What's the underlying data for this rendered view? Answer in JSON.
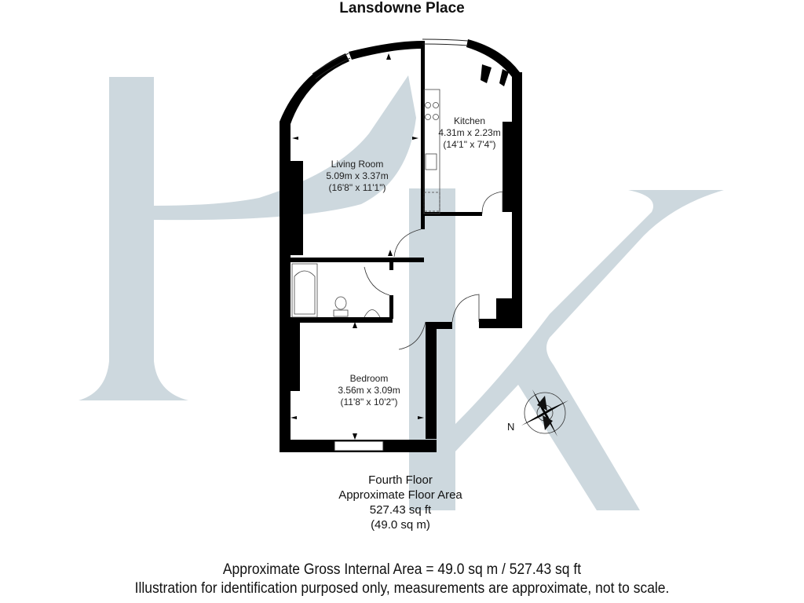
{
  "title": "Lansdowne Place",
  "rooms": [
    {
      "name": "Kitchen",
      "metric": "4.31m x 2.23m",
      "imperial": "(14'1\" x 7'4\")"
    },
    {
      "name": "Living Room",
      "metric": "5.09m x 3.37m",
      "imperial": "(16'8\" x 11'1\")"
    },
    {
      "name": "Bedroom",
      "metric": "3.56m x 3.09m",
      "imperial": "(11'8\" x 10'2\")"
    }
  ],
  "floor": {
    "name": "Fourth Floor",
    "label": "Approximate Floor Area",
    "area_sqft": "527.43 sq ft",
    "area_sqm": "(49.0 sq m)"
  },
  "compass": {
    "label": "N"
  },
  "watermark": {
    "letters": "HK",
    "color": "#cdd8de"
  },
  "footer": {
    "gross_area": "Approximate Gross Internal Area = 49.0 sq m / 527.43 sq ft",
    "disclaimer": "Illustration for identification purposed only, measurements are approximate, not to scale."
  },
  "colors": {
    "wall": "#000000",
    "watermark": "#cdd8de",
    "background": "#ffffff"
  }
}
